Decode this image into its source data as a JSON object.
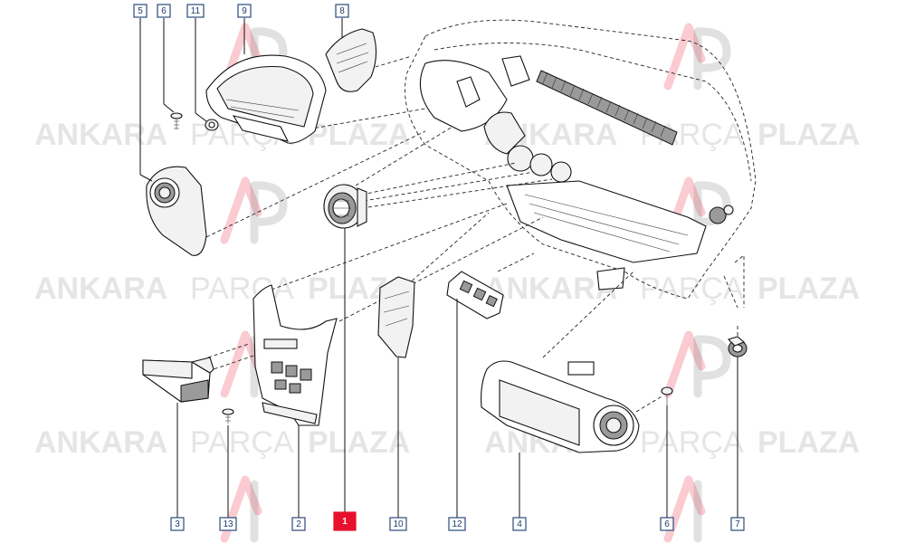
{
  "watermark": {
    "part1": "ANKARA",
    "part2": "PARÇA",
    "part3": "PLAZA"
  },
  "colors": {
    "callout_border": "#2b4a7a",
    "callout_text": "#1d3b6b",
    "highlight": "#e8112d",
    "logo_red": "#e8112d",
    "logo_grey": "#777777"
  },
  "callouts": [
    {
      "id": "c5",
      "label": "5"
    },
    {
      "id": "c6a",
      "label": "6"
    },
    {
      "id": "c11",
      "label": "11"
    },
    {
      "id": "c9",
      "label": "9"
    },
    {
      "id": "c8",
      "label": "8"
    },
    {
      "id": "c3",
      "label": "3"
    },
    {
      "id": "c13",
      "label": "13"
    },
    {
      "id": "c2",
      "label": "2"
    },
    {
      "id": "c1",
      "label": "1",
      "highlighted": true
    },
    {
      "id": "c10",
      "label": "10"
    },
    {
      "id": "c12",
      "label": "12"
    },
    {
      "id": "c4",
      "label": "4"
    },
    {
      "id": "c6b",
      "label": "6"
    },
    {
      "id": "c7",
      "label": "7"
    }
  ]
}
